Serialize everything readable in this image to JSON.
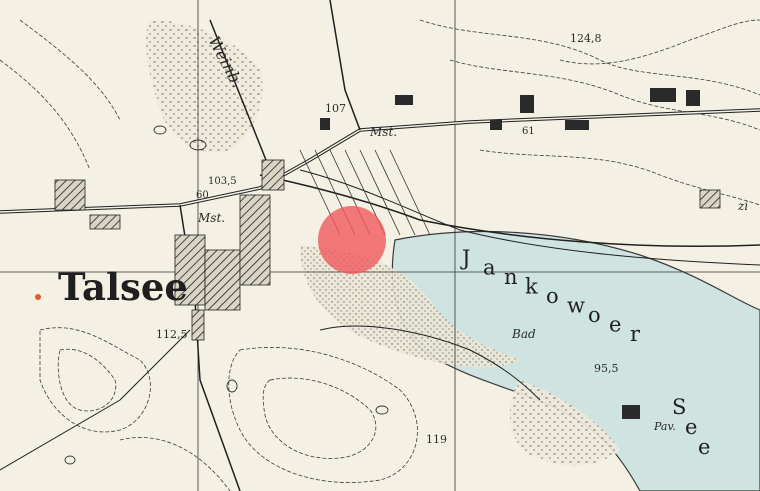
{
  "map": {
    "town_name": "Talsee",
    "lake_name": "Jankowoer See",
    "lake_letters": [
      "J",
      "a",
      "n",
      "k",
      "o",
      "w",
      "o",
      "e",
      "r"
    ],
    "lake_letters_2": [
      "S",
      "e",
      "e"
    ],
    "labels": {
      "weinberg": "Weinb.",
      "mst_top": "Mst.",
      "mst_left": "Mst.",
      "bad": "Bad",
      "pav": "Pav.",
      "zi": "zi"
    },
    "elevations": {
      "e124": "124,8",
      "e107": "107",
      "e103": "103,5",
      "e61": "61",
      "e60": "60",
      "e112": "112,5",
      "e95": "95,5",
      "e119": "119"
    },
    "marker": {
      "color": "#f0595e",
      "opacity": 0.8
    },
    "colors": {
      "paper": "#f4f0e4",
      "lake": "#cfe4e0",
      "ink": "#1f1f1f",
      "contour": "#3a3a3a"
    }
  }
}
